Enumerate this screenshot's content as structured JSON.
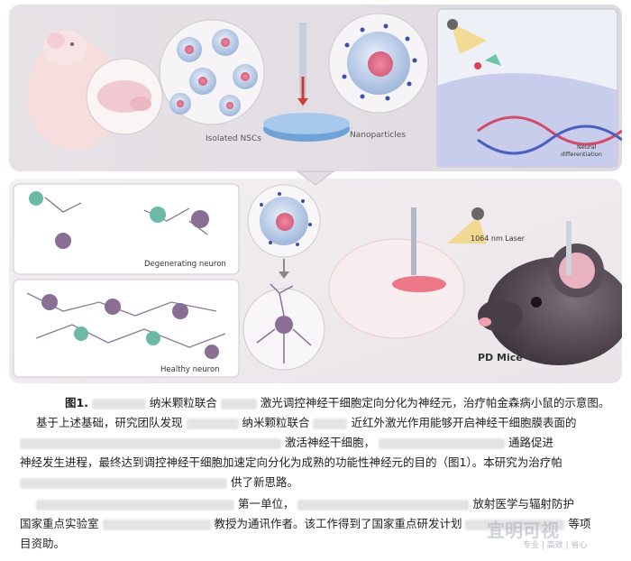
{
  "figure": {
    "labels": {
      "isolated_nscs": "Isolated NSCs",
      "nanoparticles": "Nanoparticles",
      "neural_differentiation": "Neural\ndifferentiation",
      "degenerating_neuron": "Degenerating neuron",
      "healthy_neuron": "Healthy neuron",
      "laser": "1064 nm Laser",
      "pd_mice": "PD Mice"
    }
  },
  "caption": {
    "figure_number": "图1.",
    "part1": "纳米颗粒联合",
    "part2": "激光调控神经干细胞定向分化为神经元，治疗帕金森病小鼠的示意图。"
  },
  "paragraph1": {
    "line1_a": "基于上述基础，研究团队发现",
    "line1_b": "纳米颗粒联合",
    "line1_c": "近红外激光作用能够开启神经干细胞膜表面的",
    "line2_a": "激活神经干细胞，",
    "line2_b": "通路促进",
    "line3": "神经发生进程，最终达到调控神经干细胞加速定向分化为成熟的功能性神经元的目的（图1）。本研究为治疗帕",
    "line4": "供了新思路。"
  },
  "paragraph2": {
    "line1_a": "第一单位，",
    "line1_b": "放射医学与辐射防护",
    "line2_a": "国家重点实验室",
    "line2_b": "教授为通讯作者。该工作得到了国家重点研发计划",
    "line2_c": "等项",
    "line3": "目资助。"
  },
  "watermark": {
    "brand": "宜明可视",
    "tagline": "专业 | 高效 | 省心"
  }
}
